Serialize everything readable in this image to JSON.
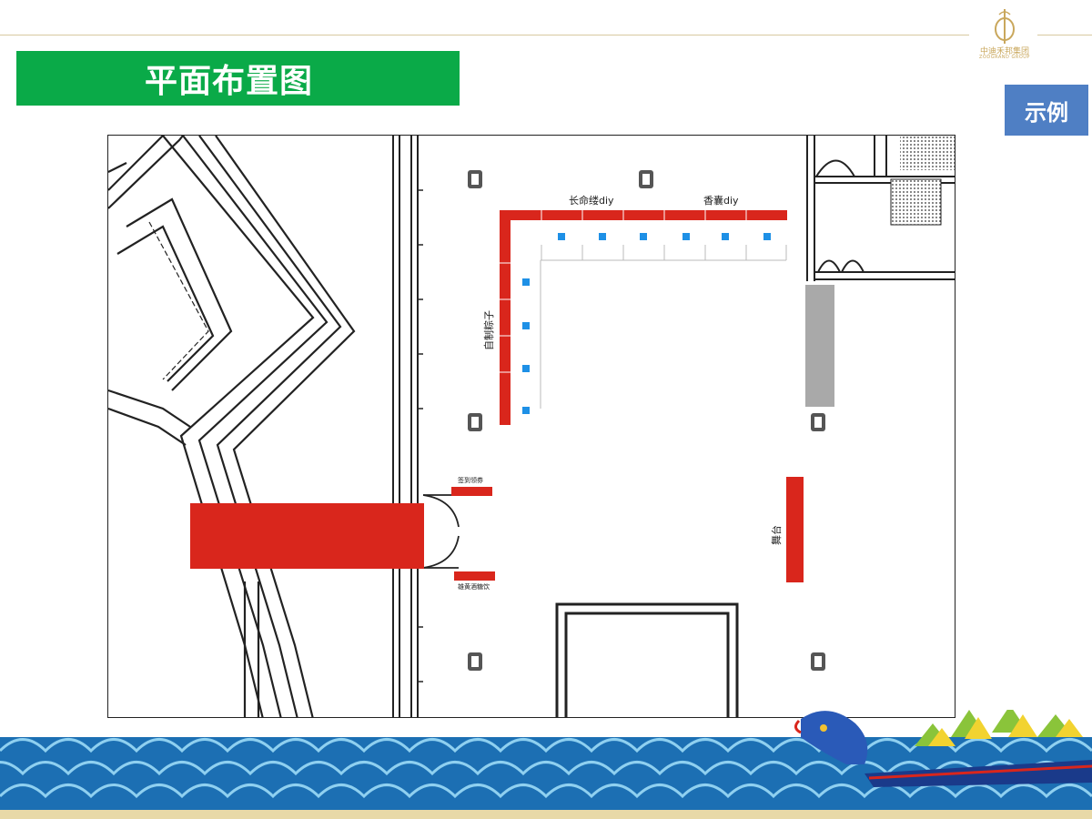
{
  "header": {
    "title": "平面布置图",
    "example_label": "示例",
    "logo_text": "中迪禾邦集团",
    "logo_sub": "ZODGRAND GROUP"
  },
  "plan": {
    "labels": {
      "longevity_diy": "长命缕diy",
      "sachet_diy": "香囊diy",
      "zongzi": "自制粽子",
      "signin": "签到领券",
      "drinks": "雄黄酒糖饮",
      "stage": "舞台"
    }
  },
  "colors": {
    "title_green": "#0aaa48",
    "badge_blue": "#4f7fc4",
    "booth_red": "#d9261c",
    "marker_blue": "#1e90e6",
    "gray_block": "#a9a9a9"
  }
}
